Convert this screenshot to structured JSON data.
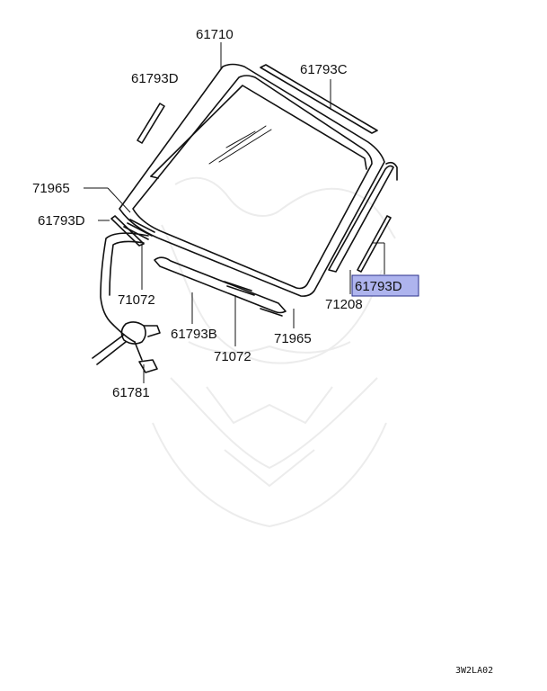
{
  "labels": {
    "windshield": "61710",
    "molding_left_top": "61793D",
    "molding_top": "61793C",
    "dam_left": "71965",
    "molding_left": "61793D",
    "spacer_left": "71072",
    "harness": "61781",
    "molding_bottom": "61793B",
    "spacer_bottom": "71072",
    "dam_bottom": "71965",
    "molding_right_highlighted": "61793D",
    "fastener_right": "71208"
  },
  "diagram_code": "3W2LA02",
  "colors": {
    "highlight_fill": "#aeb4ee",
    "highlight_border": "#2a2f8a",
    "line": "#111111"
  }
}
